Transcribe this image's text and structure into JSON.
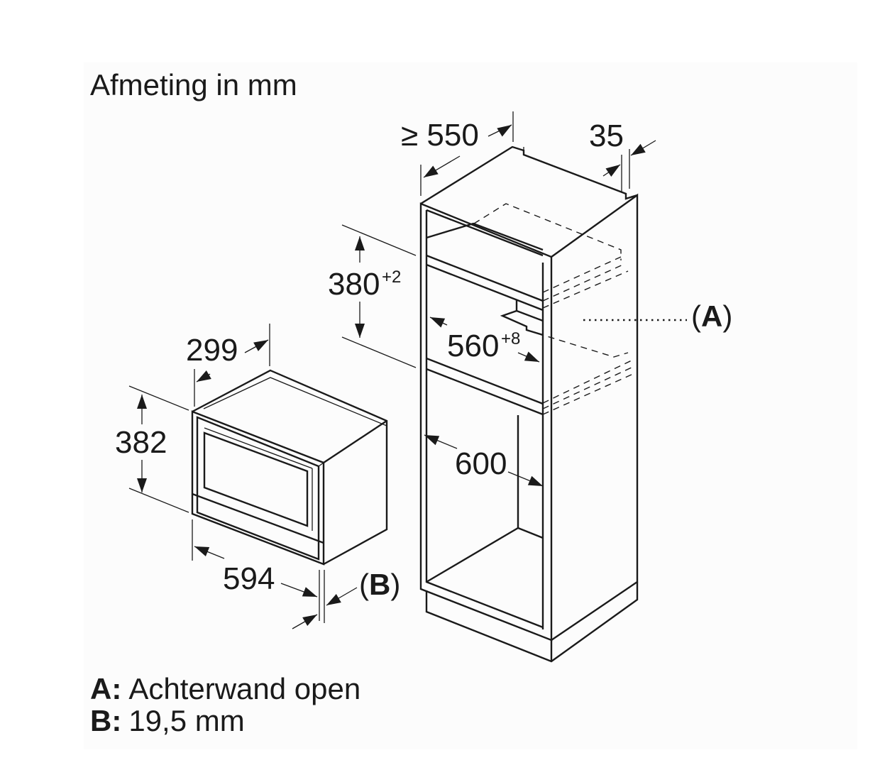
{
  "title": "Afmeting in mm",
  "dimensions": {
    "depth_min": "≥ 550",
    "panel_thickness": "35",
    "niche_height": "380",
    "niche_height_tol": "+2",
    "niche_width": "560",
    "niche_width_tol": "+8",
    "cabinet_width": "600",
    "appliance_depth": "299",
    "appliance_height": "382",
    "appliance_width": "594"
  },
  "references": {
    "A": "A",
    "B": "B"
  },
  "legend": [
    {
      "key": "A:",
      "text": "Achterwand open"
    },
    {
      "key": "B:",
      "text": "19,5 mm"
    }
  ]
}
